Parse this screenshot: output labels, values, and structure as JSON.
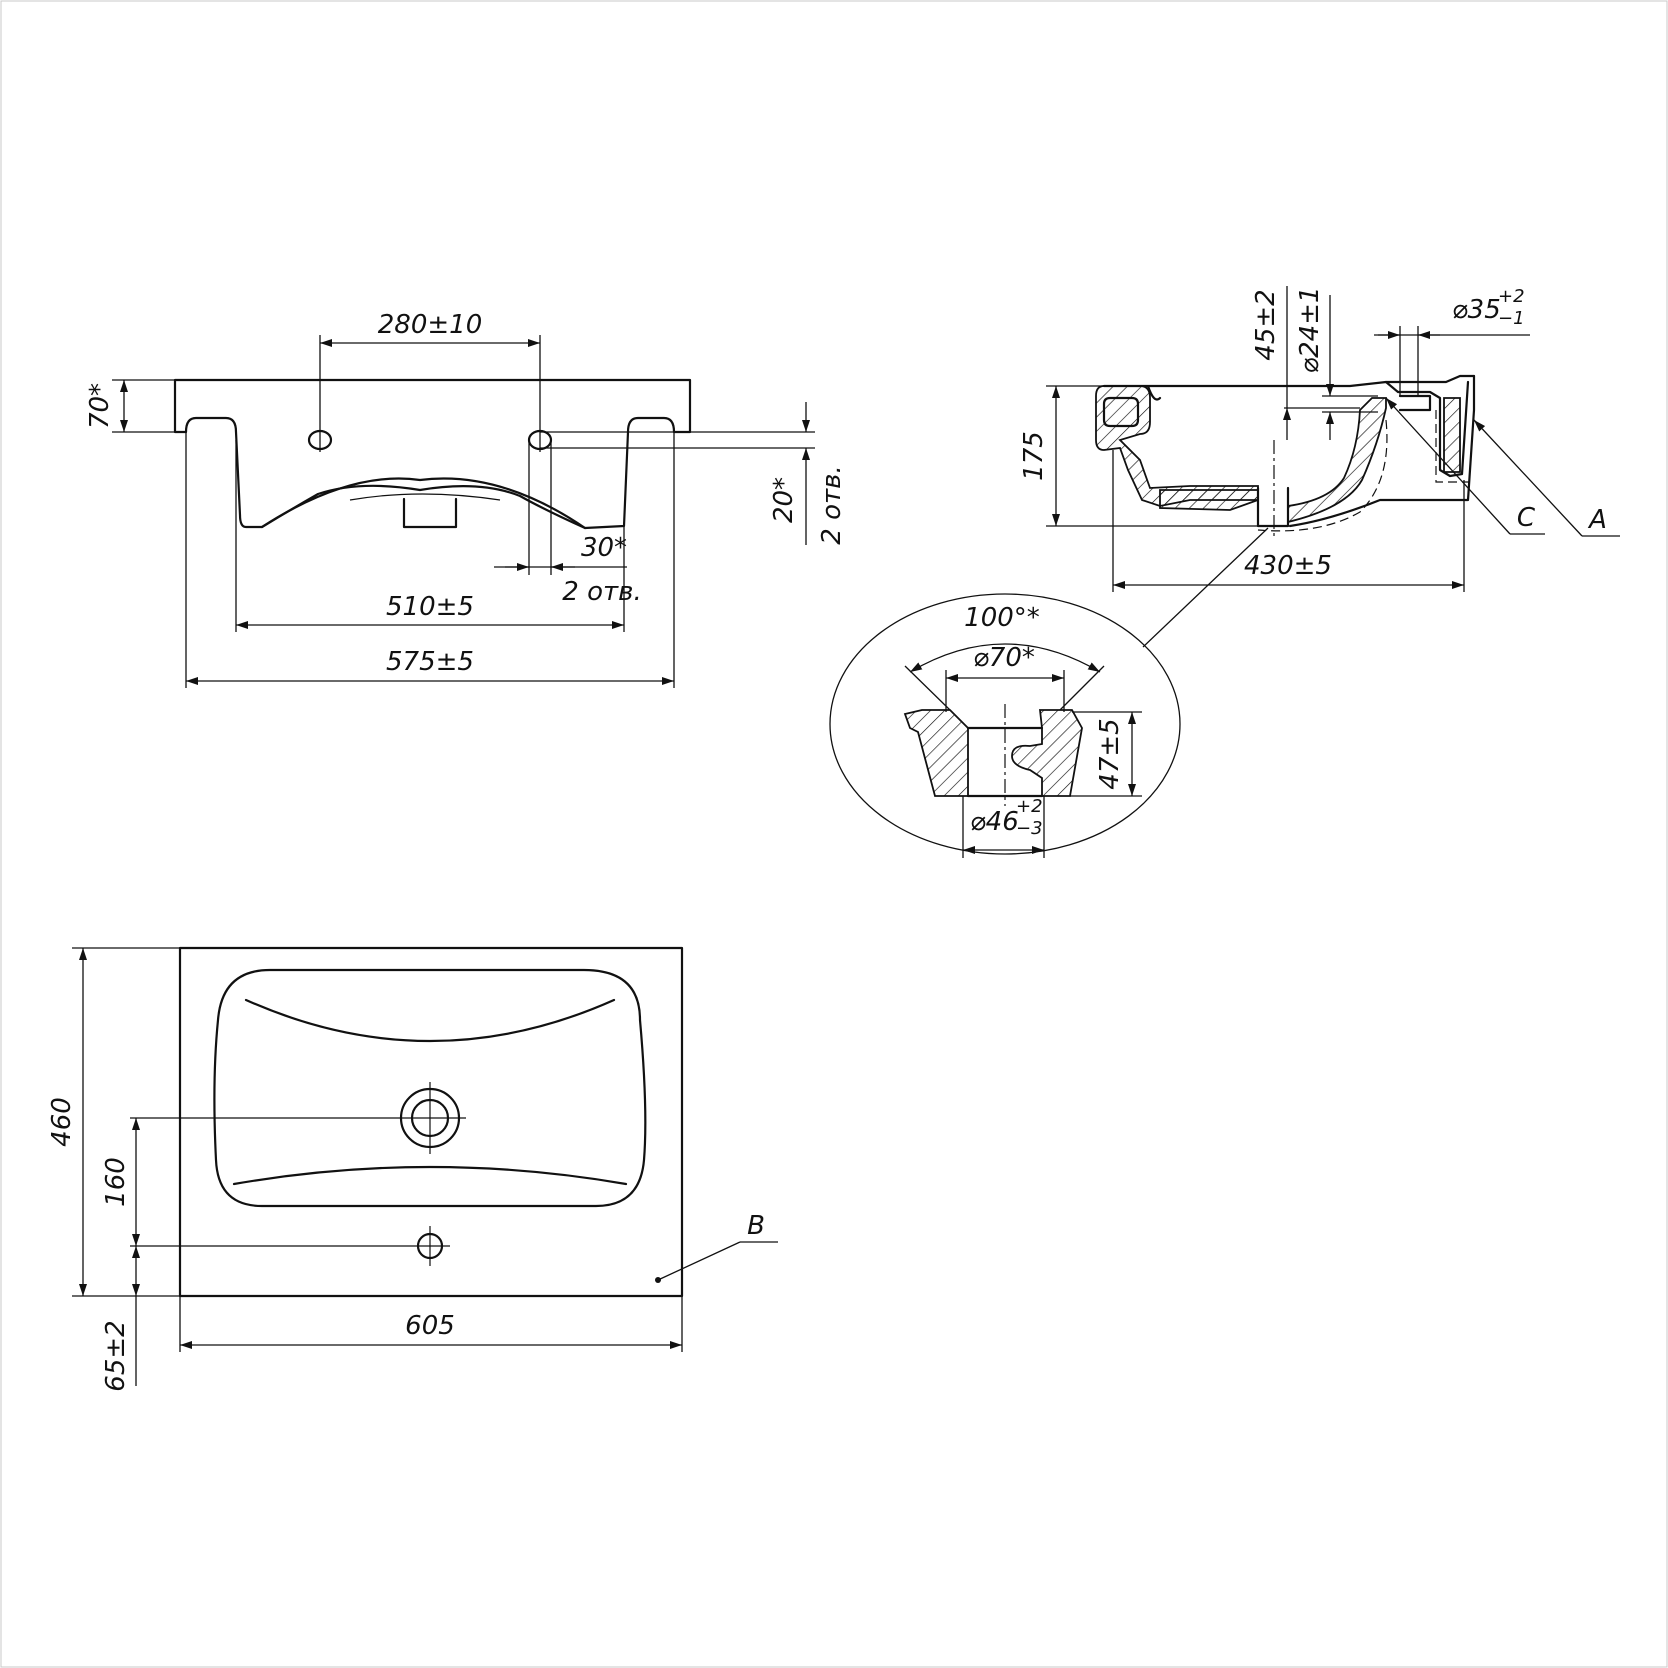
{
  "front_view": {
    "dim_holes_spacing": "280±10",
    "dim_flange_height": "70*",
    "dim_hole_height": "20*",
    "dim_hole_height_note": "2 отв.",
    "dim_hole_width": "30*",
    "dim_hole_width_note": "2 отв.",
    "dim_inner_width": "510±5",
    "dim_outer_width": "575±5"
  },
  "side_section": {
    "dim_overflow_offset": "45±2",
    "dim_overflow_diameter": "⌀24±1",
    "dim_tap_diameter": "⌀35",
    "dim_tap_tol_upper": "+2",
    "dim_tap_tol_lower": "−1",
    "dim_height": "175",
    "dim_depth": "430±5",
    "marker_c": "C",
    "marker_a": "A"
  },
  "detail_view": {
    "dim_angle": "100°*",
    "dim_chamfer_diameter": "⌀70*",
    "dim_drain_height": "47±5",
    "dim_drain_diameter": "⌀46",
    "dim_drain_tol_upper": "+2",
    "dim_drain_tol_lower": "−3"
  },
  "top_view": {
    "dim_depth": "460",
    "dim_tap_offset": "160",
    "dim_width": "605",
    "dim_edge_offset": "65±2",
    "marker_b": "B"
  }
}
